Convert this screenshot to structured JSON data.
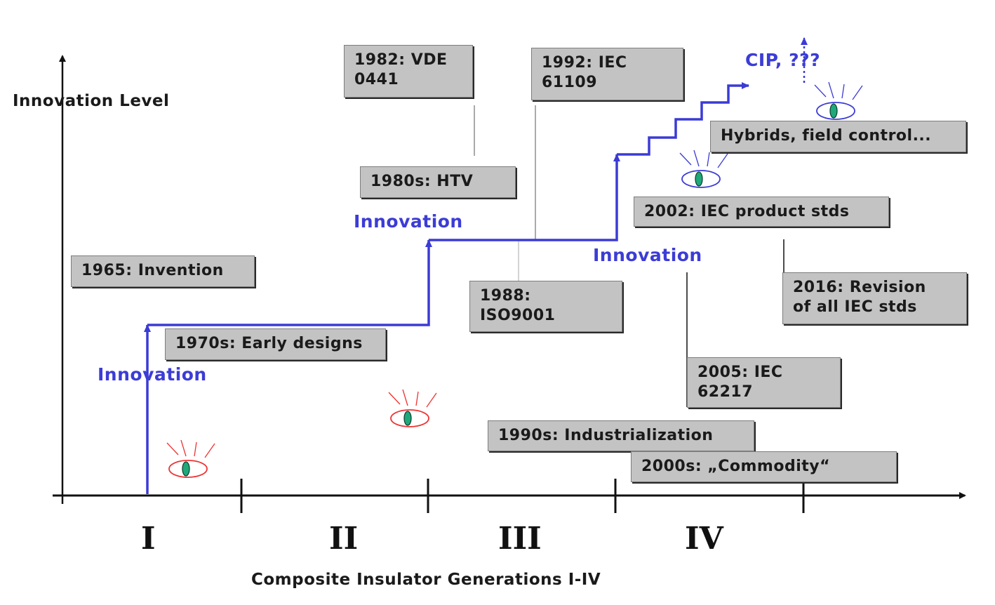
{
  "y_axis_label": "Innovation Level",
  "x_axis_label": "Composite Insulator Generations I-IV",
  "generations": [
    "I",
    "II",
    "III",
    "IV"
  ],
  "innovation_labels": [
    "Innovation",
    "Innovation",
    "Innovation"
  ],
  "cip_label": "CIP, ???",
  "boxes": {
    "b1965": "1965: Invention",
    "b1970s": "1970s: Early designs",
    "b1980s": "1980s: HTV",
    "b1982": "1982: VDE\n0441",
    "b1988": "1988:\nISO9001",
    "b1992": "1992: IEC\n61109",
    "b1990s": "1990s: Industrialization",
    "b2000s": "2000s: „Commodity“",
    "b2002": "2002: IEC product stds",
    "b2005": "2005: IEC\n62217",
    "b2016": "2016: Revision\nof all IEC stds",
    "bhybrids": "Hybrids, field control..."
  },
  "colors": {
    "step_line": "#3b3bd6",
    "eye_early": "#ee3333",
    "eye_late": "#3b3bd6",
    "iris": "#1fa87a",
    "box_fill": "#c3c3c3"
  },
  "icons": [
    "up-arrow-icon",
    "right-arrow-icon",
    "eye-icon"
  ]
}
